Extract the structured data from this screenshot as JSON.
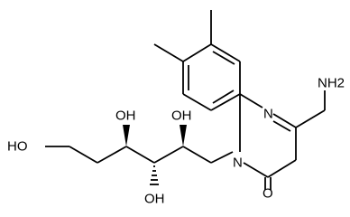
{
  "molecule": {
    "labels": {
      "n_ring_top": "N",
      "n_ring_bottom": "N",
      "carbonyl_o": "O",
      "amide_nh2": "NH2",
      "oh_1": "OH",
      "oh_2": "OH",
      "oh_3": "OH",
      "oh_4": "HO"
    },
    "colors": {
      "bond": "#000000",
      "text": "#000000",
      "background": "#ffffff"
    }
  }
}
